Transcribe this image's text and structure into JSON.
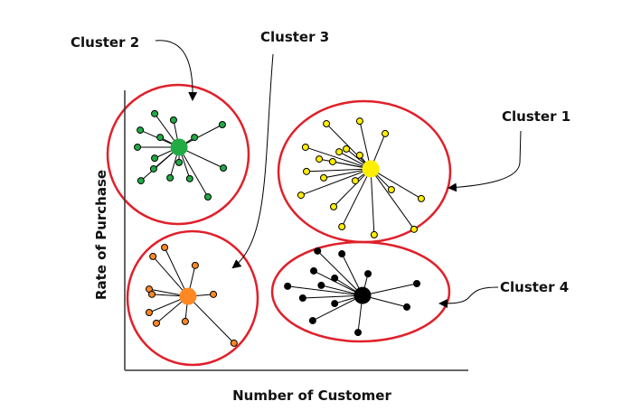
{
  "chart_data": {
    "type": "scatter",
    "title": "",
    "xlabel": "Number of Customer",
    "ylabel": "Rate of Purchase",
    "xlim": [
      0,
      100
    ],
    "ylim": [
      0,
      100
    ],
    "grid": false,
    "clusters": [
      {
        "name": "Cluster 1",
        "color": "#ffee00",
        "center": [
          71.6,
          69.7
        ],
        "points": [
          [
            52.6,
            77.2
          ],
          [
            58.7,
            85.3
          ],
          [
            56.6,
            73.1
          ],
          [
            64.5,
            76.6
          ],
          [
            57.9,
            66.6
          ],
          [
            68.4,
            74.4
          ],
          [
            52.9,
            68.8
          ],
          [
            60.5,
            72.2
          ],
          [
            67.1,
            65.6
          ],
          [
            77.6,
            62.5
          ],
          [
            68.4,
            86.2
          ],
          [
            75.8,
            81.9
          ],
          [
            51.3,
            60.6
          ],
          [
            60.8,
            56.6
          ],
          [
            86.3,
            59.4
          ],
          [
            63.2,
            49.7
          ],
          [
            72.6,
            46.9
          ],
          [
            84.2,
            48.8
          ],
          [
            62.4,
            75.6
          ]
        ]
      },
      {
        "name": "Cluster 2",
        "color": "#22aa44",
        "center": [
          15.8,
          77.2
        ],
        "points": [
          [
            8.7,
            88.8
          ],
          [
            14.2,
            86.6
          ],
          [
            4.5,
            83.1
          ],
          [
            10.3,
            80.6
          ],
          [
            3.7,
            77.2
          ],
          [
            8.7,
            73.4
          ],
          [
            8.4,
            69.7
          ],
          [
            4.7,
            65.6
          ],
          [
            13.2,
            66.6
          ],
          [
            18.9,
            66.3
          ],
          [
            15.8,
            71.9
          ],
          [
            20.3,
            80.6
          ],
          [
            28.4,
            85.0
          ],
          [
            28.7,
            70.0
          ],
          [
            24.2,
            60.0
          ]
        ]
      },
      {
        "name": "Cluster 3",
        "color": "#ff8822",
        "center": [
          18.4,
          25.6
        ],
        "points": [
          [
            11.6,
            42.5
          ],
          [
            8.2,
            39.4
          ],
          [
            20.5,
            36.3
          ],
          [
            7.1,
            28.1
          ],
          [
            7.9,
            26.3
          ],
          [
            25.8,
            26.3
          ],
          [
            7.1,
            20.0
          ],
          [
            9.2,
            16.3
          ],
          [
            17.6,
            16.9
          ],
          [
            31.8,
            9.4
          ]
        ]
      },
      {
        "name": "Cluster 4",
        "color": "#000000",
        "center": [
          69.2,
          25.9
        ],
        "points": [
          [
            56.1,
            41.3
          ],
          [
            63.2,
            40.3
          ],
          [
            55.0,
            34.4
          ],
          [
            47.4,
            29.1
          ],
          [
            61.1,
            31.9
          ],
          [
            57.2,
            29.4
          ],
          [
            70.8,
            33.4
          ],
          [
            85.0,
            30.0
          ],
          [
            51.8,
            25.0
          ],
          [
            61.1,
            23.1
          ],
          [
            82.1,
            21.9
          ],
          [
            54.7,
            17.2
          ],
          [
            67.9,
            13.1
          ]
        ]
      }
    ],
    "annotations": [
      {
        "text": "Cluster 1",
        "target": "Cluster 1"
      },
      {
        "text": "Cluster 2",
        "target": "Cluster 2"
      },
      {
        "text": "Cluster 3",
        "target": "Cluster 3"
      },
      {
        "text": "Cluster 4",
        "target": "Cluster 4"
      }
    ]
  }
}
